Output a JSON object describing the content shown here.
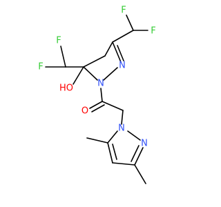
{
  "molecule": {
    "colors": {
      "bond": "#000000",
      "fluorine": "#33cc33",
      "oxygen": "#ff0000",
      "nitrogen": "#3050f8"
    },
    "atoms": {
      "f1": "F",
      "f2": "F",
      "f3": "F",
      "f4": "F",
      "ho": "HO",
      "n1": "N",
      "n2": "N",
      "o": "O",
      "n3": "N",
      "n4": "N"
    }
  }
}
